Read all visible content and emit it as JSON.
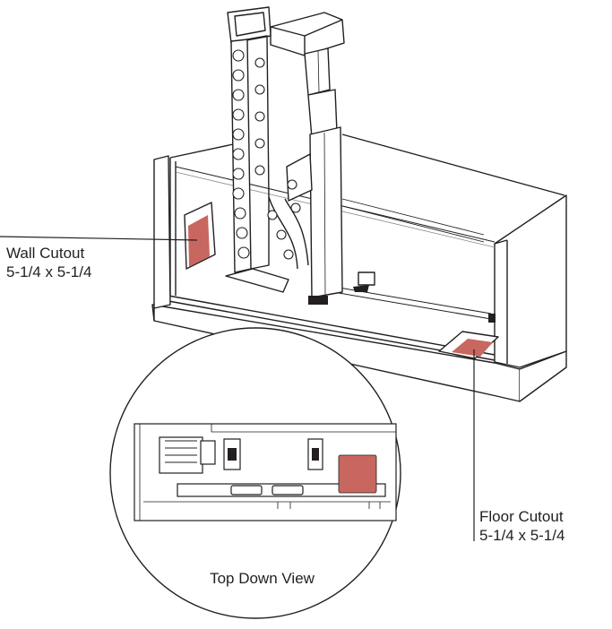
{
  "wall_cutout": {
    "title": "Wall Cutout",
    "size": "5-1/4 x 5-1/4"
  },
  "floor_cutout": {
    "title": "Floor Cutout",
    "size": "5-1/4 x 5-1/4"
  },
  "top_view": {
    "caption": "Top Down View"
  },
  "colors": {
    "cutout_fill": "#c8675f",
    "line": "#231f20",
    "background": "#ffffff"
  }
}
